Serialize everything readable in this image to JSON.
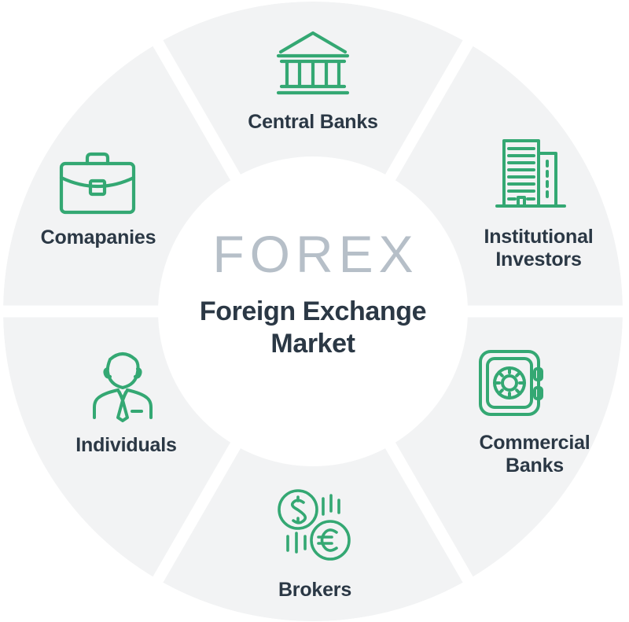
{
  "diagram": {
    "title": "Forex Market Participants Wheel",
    "center": {
      "wordmark": "FOREX",
      "subtitle": "Foreign Exchange\nMarket"
    },
    "colors": {
      "icon_green": "#34a873",
      "label_navy": "#2b3845",
      "wordmark_grey": "#b6bfc8",
      "segment_fill": "#f2f3f4",
      "background": "#ffffff"
    },
    "segments": [
      {
        "id": "central-banks",
        "label": "Central Banks",
        "icon": "bank-building-icon",
        "position": "top"
      },
      {
        "id": "institutional-investors",
        "label": "Institutional\nInvestors",
        "icon": "office-buildings-icon",
        "position": "top-right"
      },
      {
        "id": "commercial-banks",
        "label": "Commercial\nBanks",
        "icon": "safe-vault-icon",
        "position": "bottom-right"
      },
      {
        "id": "brokers",
        "label": "Brokers",
        "icon": "currency-exchange-coins-icon",
        "position": "bottom"
      },
      {
        "id": "individuals",
        "label": "Individuals",
        "icon": "person-in-suit-icon",
        "position": "bottom-left"
      },
      {
        "id": "companies",
        "label": "Comapanies",
        "icon": "briefcase-icon",
        "position": "top-left"
      }
    ]
  },
  "chart_data": {
    "type": "pie",
    "title": "FOREX Foreign Exchange Market",
    "subtitle": "Market participants",
    "categories": [
      "Central Banks",
      "Institutional Investors",
      "Commercial Banks",
      "Brokers",
      "Individuals",
      "Comapanies"
    ],
    "values": [
      1,
      1,
      1,
      1,
      1,
      1
    ],
    "legend": "none",
    "grid": false,
    "note": "Equal six-part donut ring; segments are categorical, not quantitative."
  }
}
